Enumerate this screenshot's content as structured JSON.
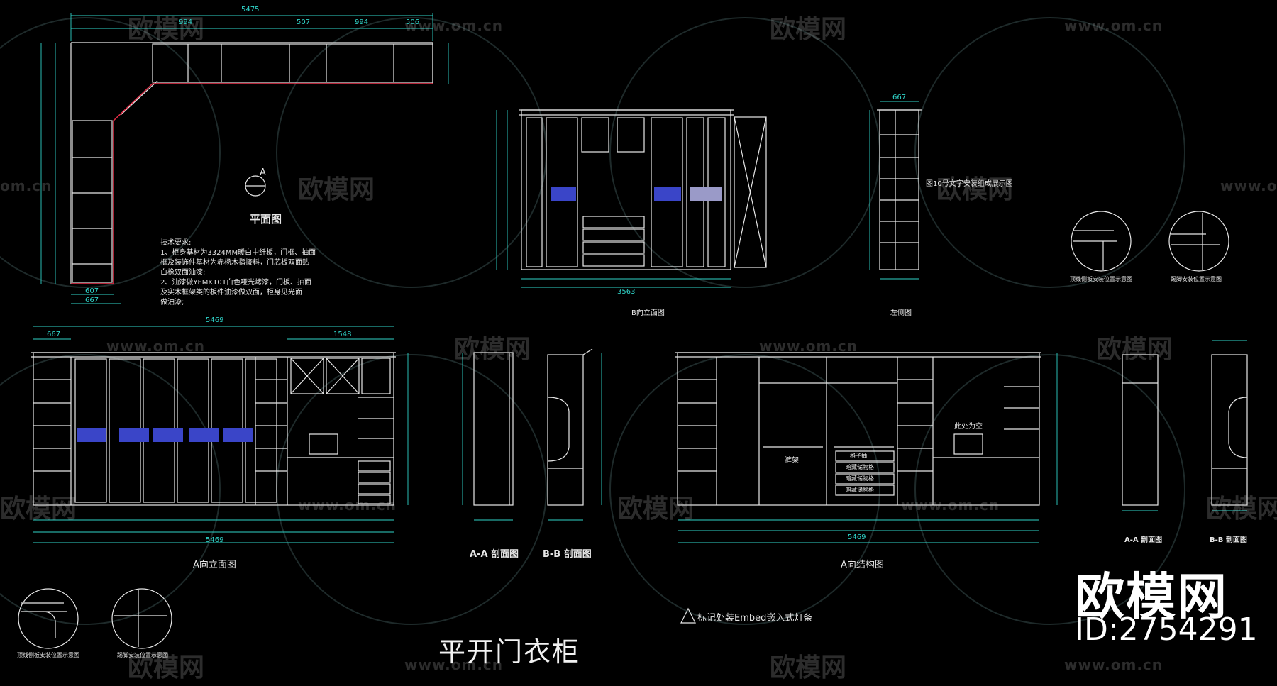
{
  "watermark": {
    "brand_text": "欧模网",
    "url_text": "www.om.cn",
    "short_url_text": "om.cn"
  },
  "plan": {
    "title": "平面图",
    "section_mark": "A",
    "requirements": [
      "技术要求:",
      "1、柜身基材为3324MM暖白中纤板，门框、抽面",
      "框及装饰件基材为赤杨木指接料，门芯板双面贴",
      "白橡双面油漆;",
      "2、油漆做YEMK101白色哑光烤漆，门板、抽面",
      "及实木框架类的板件油漆做双面，柜身见光面",
      "做油漆;"
    ],
    "dims": {
      "top_total": "5475",
      "top_1": "994",
      "top_2": "507",
      "top_3": "994",
      "top_4": "506",
      "bottom_1": "607",
      "bottom_2": "667"
    }
  },
  "views": {
    "b_elev": "B向立面图",
    "left_side": "左侧图",
    "a_elev": "A向立面图",
    "aa_section": "A-A 剖面图",
    "bb_section": "B-B 剖面图",
    "a_struct": "A向结构图",
    "aa_section_small": "A-A 剖面图",
    "bb_section_small": "B-B 剖面图"
  },
  "notes": {
    "embed_light": "标记处装Embed嵌入式灯条",
    "empty_here": "此处为空",
    "b_elev_note": "图10号文字安装组成展示图",
    "drawer_labels": [
      "格子抽",
      "暗藏储物格",
      "暗藏储物格",
      "暗藏储物格"
    ],
    "hanger_label": "裤架"
  },
  "details": {
    "d1": "顶线侧板安装位置示意图",
    "d2": "踢脚安装位置示意图",
    "d3": "顶线侧板安装位置示意图",
    "d4": "踢脚安装位置示意图"
  },
  "dims": {
    "a_total": "5469",
    "a_sub_left": "667",
    "a_sub_mid": "1548",
    "b_total": "3563",
    "side_w": "667",
    "struct_total": "5469"
  },
  "main_title": "平开门衣柜",
  "brand": "欧模网",
  "id_text": "ID:2754291",
  "colors": {
    "line": "#e8e8e8",
    "dim": "#2fd3c8",
    "accent_red": "#e0203a",
    "glass": "#3a45c8",
    "handle": "#c83cc8"
  }
}
